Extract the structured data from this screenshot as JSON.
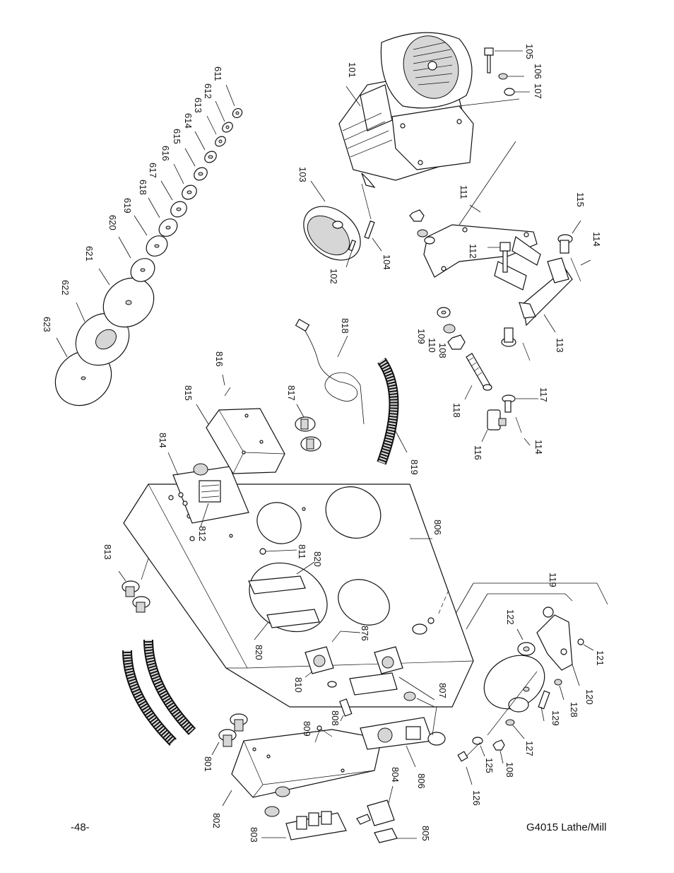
{
  "footer": {
    "page_number": "-48-",
    "model": "G4015 Lathe/Mill"
  },
  "part_labels": {
    "101": "101",
    "102": "102",
    "103": "103",
    "104": "104",
    "105": "105",
    "106": "106",
    "107": "107",
    "108": "108",
    "108b": "108",
    "109": "109",
    "110": "110",
    "111": "111",
    "112": "112",
    "113": "113",
    "114": "114",
    "114b": "114",
    "115": "115",
    "116": "116",
    "117": "117",
    "118": "118",
    "119": "119",
    "120": "120",
    "121": "121",
    "122": "122",
    "125": "125",
    "126": "126",
    "127": "127",
    "128": "128",
    "129": "129",
    "611": "611",
    "612": "612",
    "613": "613",
    "614": "614",
    "615": "615",
    "616": "616",
    "617": "617",
    "618": "618",
    "619": "619",
    "620": "620",
    "621": "621",
    "622": "622",
    "623": "623",
    "801": "801",
    "802": "802",
    "803": "803",
    "804": "804",
    "805": "805",
    "806": "806",
    "806b": "806",
    "807": "807",
    "808": "808",
    "809": "809",
    "810": "810",
    "811": "811",
    "812": "812",
    "813": "813",
    "814": "814",
    "815": "815",
    "816": "816",
    "817": "817",
    "818": "818",
    "819": "819",
    "820": "820",
    "820b": "820",
    "876": "876"
  }
}
